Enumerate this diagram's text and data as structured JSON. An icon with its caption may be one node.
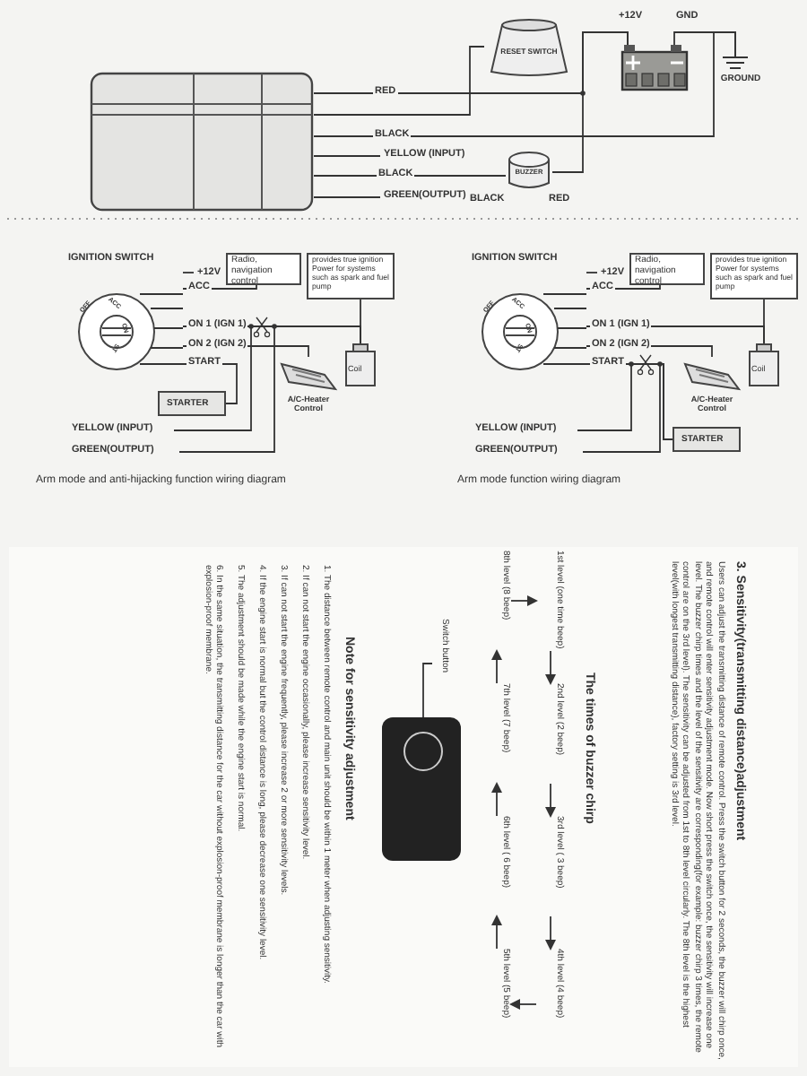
{
  "diagram": {
    "nodes": [
      {
        "text": [],
        "shape": "box"
      },
      {
        "text": [
          "RESET SWITCH"
        ]
      },
      {
        "text": [],
        "shape": "picture",
        "beside": [
          "+12V",
          "GND"
        ]
      },
      {
        "text": [
          "GROUND"
        ]
      },
      {
        "text": [
          "BUZZER"
        ],
        "beside": [
          "BLACK",
          "RED"
        ]
      },
      {
        "text": [
          "IGNITION SWITCH"
        ]
      },
      {
        "text": [
          "Radio, navigation control"
        ]
      },
      {
        "text": [
          "provides true ignition Power for systems such as spark and fuel pump"
        ]
      },
      {
        "text": [
          "Coil"
        ]
      },
      {
        "text": [
          "A/C-Heater Control"
        ]
      },
      {
        "text": [
          "STARTER"
        ]
      },
      {
        "text": [
          "YELLOW (INPUT)"
        ]
      },
      {
        "text": [
          "GREEN(OUTPUT)"
        ]
      },
      {
        "text": [
          "IGNITION SWITCH"
        ]
      },
      {
        "text": [
          "Radio, navigation control"
        ]
      },
      {
        "text": [
          "provides true ignition Power for systems such as spark and fuel pump"
        ]
      },
      {
        "text": [
          "Coil"
        ]
      },
      {
        "text": [
          "A/C-Heater Control"
        ]
      },
      {
        "text": [
          "STARTER"
        ]
      },
      {
        "text": [
          "YELLOW (INPUT)"
        ]
      },
      {
        "text": [
          "GREEN(OUTPUT)"
        ]
      },
      {
        "text": [
          "1st level (one time beep)"
        ]
      },
      {
        "text": [
          "2nd level (2 beep)"
        ]
      },
      {
        "text": [
          "3rd level ( 3 beep)"
        ]
      },
      {
        "text": [
          "4th level (4 beep)"
        ]
      },
      {
        "text": [
          "5th level (5 beep)"
        ]
      },
      {
        "text": [
          "6th level ( 6 beep)"
        ]
      },
      {
        "text": [
          "7th level (7 beep)"
        ]
      },
      {
        "text": [
          "8th level (8 beep)"
        ]
      },
      {
        "text": [
          "Switch button"
        ]
      },
      {
        "text": [],
        "shape": "picture"
      },
      {
        "text": [],
        "shape": "circle",
        "in": 30
      }
    ],
    "edges": [
      {
        "from": 0,
        "to": 2,
        "arrow": "none",
        "label": "RED"
      },
      {
        "from": 0,
        "to": 1,
        "arrow": "none"
      },
      {
        "from": 0,
        "to": 3,
        "arrow": "none",
        "label": "BLACK"
      },
      {
        "from": 0,
        "to": null,
        "arrow": "none",
        "label": "YELLOW (INPUT)"
      },
      {
        "from": 0,
        "to": 4,
        "arrow": "none",
        "label": "BLACK"
      },
      {
        "from": 0,
        "to": null,
        "arrow": "none",
        "label": "GREEN(OUTPUT)"
      },
      {
        "from": 4,
        "to": 2,
        "arrow": "none"
      },
      {
        "from": 2,
        "to": 3,
        "arrow": "none"
      },
      {
        "from": 5,
        "to": null,
        "arrow": "none",
        "label": "+12V"
      },
      {
        "from": 5,
        "to": 6,
        "arrow": "none",
        "label": "ACC"
      },
      {
        "from": 5,
        "to": 8,
        "arrow": "none",
        "label": "ON 1 (IGN 1)"
      },
      {
        "from": 5,
        "to": 9,
        "arrow": "none",
        "label": "ON 2 (IGN 2)"
      },
      {
        "from": 5,
        "to": 10,
        "arrow": "none",
        "label": "START"
      },
      {
        "from": 7,
        "to": 8,
        "arrow": "none"
      },
      {
        "from": 11,
        "to": 5,
        "arrow": "none"
      },
      {
        "from": 12,
        "to": 8,
        "arrow": "none"
      },
      {
        "from": 13,
        "to": null,
        "arrow": "none",
        "label": "+12V"
      },
      {
        "from": 13,
        "to": 14,
        "arrow": "none",
        "label": "ACC"
      },
      {
        "from": 13,
        "to": 16,
        "arrow": "none",
        "label": "ON 1 (IGN 1)"
      },
      {
        "from": 13,
        "to": 17,
        "arrow": "none",
        "label": "ON 2 (IGN 2)"
      },
      {
        "from": 13,
        "to": 18,
        "arrow": "none",
        "label": "START"
      },
      {
        "from": 15,
        "to": 16,
        "arrow": "none"
      },
      {
        "from": 19,
        "to": 13,
        "arrow": "none"
      },
      {
        "from": 20,
        "to": 18,
        "arrow": "none"
      },
      {
        "from": 21,
        "to": 22,
        "arrow": "to"
      },
      {
        "from": 22,
        "to": 23,
        "arrow": "to"
      },
      {
        "from": 23,
        "to": 24,
        "arrow": "to"
      },
      {
        "from": 24,
        "to": 25,
        "arrow": "to"
      },
      {
        "from": 25,
        "to": 26,
        "arrow": "to"
      },
      {
        "from": 26,
        "to": 27,
        "arrow": "to"
      },
      {
        "from": 27,
        "to": 28,
        "arrow": "to"
      },
      {
        "from": 28,
        "to": 21,
        "arrow": "to"
      },
      {
        "from": 29,
        "to": 31,
        "arrow": "to"
      }
    ],
    "labels": [
      "OFF",
      "ACC",
      "ON",
      "ST",
      "OFF",
      "ACC",
      "ON",
      "ST",
      "Arm mode and anti-hijacking function wiring diagram",
      "Arm mode function wiring diagram",
      "3. Sensitivity(transmitting distance)adjustment",
      "Users can adjust the transmitting distance of remote control. Press the switch button for 2 seconds, the buzzer will chirp once, and remote control will enter sensitivity adjustment mode. Now short press the switch once, the sensitivity will increase one level. The buzzer chirp times and the level of the sensitivity are corresponding(for example: buzzer chirp 3 times, the remote control are on the 3rd level). The sensitivity can be adjusted from 1st to 8th level circularly. The 8th level is the highest level(with longest transmitting distance), factory setting is 3rd level.",
      "The times of buzzer chirp",
      "Note for sensitivity adjustment",
      "1. The distance between remote control and main unit should be within 1 meter when adjusting sensitivity.",
      "2. If can not start the engine occasionally, please increase sensitivity level.",
      "3. If can not start the engine frequently, please increase 2 or more sensitivity levels.",
      "4. If the engine start is normal but the control distance is long, please decrease one sensitivity level.",
      "5. The adjustment should be made while the engine start is normal.",
      "6. In the same situation, the transmitting distance for the car without explosion-proof membrane is longer than the car with explosion-proof membrane."
    ]
  }
}
